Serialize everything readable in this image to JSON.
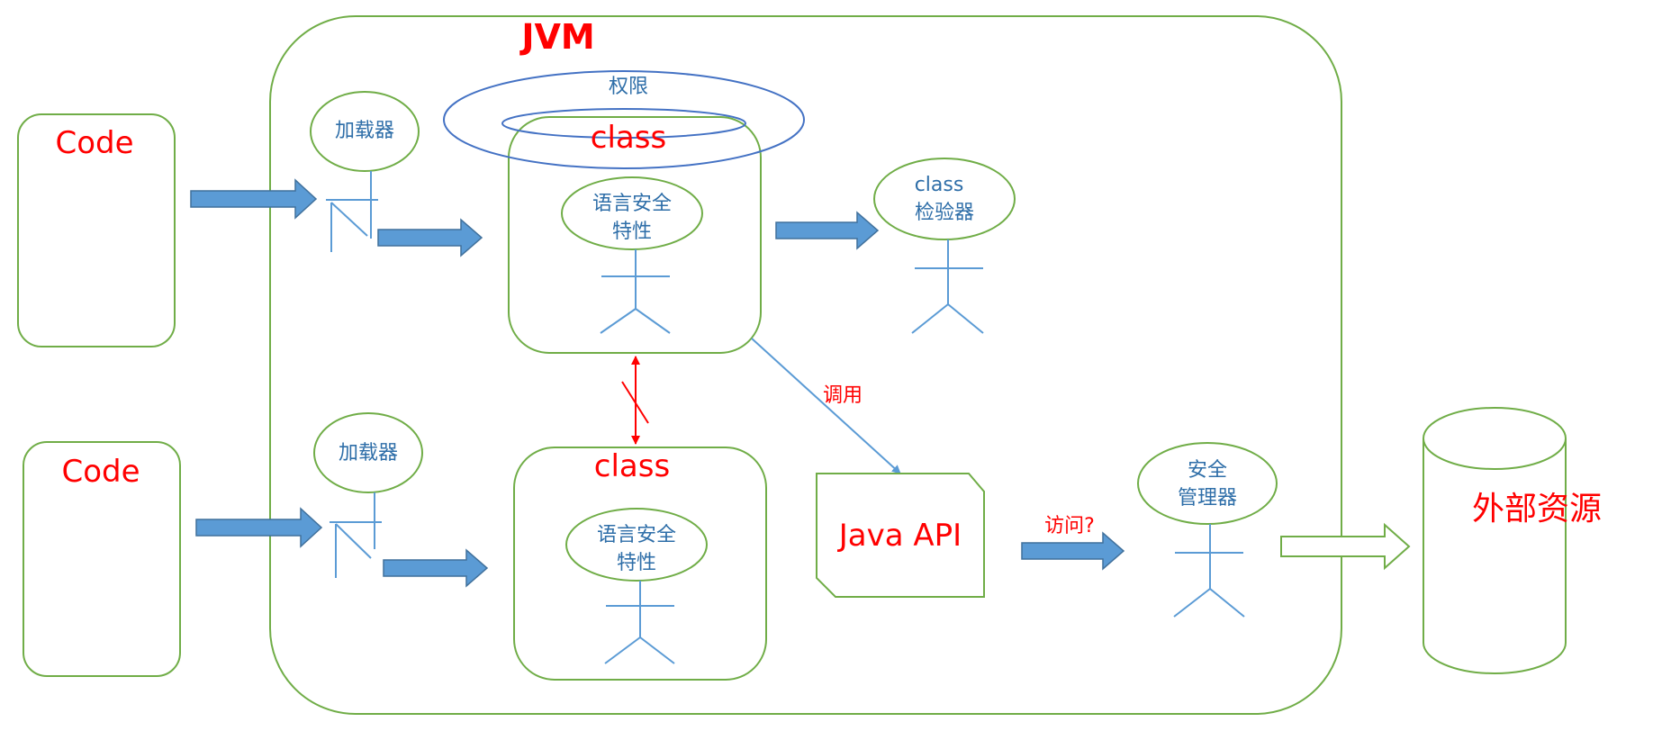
{
  "diagram": {
    "jvm_label": "JVM",
    "code_top": "Code",
    "code_bottom": "Code",
    "loader_top": "加载器",
    "loader_bottom": "加载器",
    "permission": "权限",
    "class_top": "class",
    "class_bottom": "class",
    "lang_safety_top": [
      "语言安全",
      "特性"
    ],
    "lang_safety_bottom": [
      "语言安全",
      "特性"
    ],
    "class_verifier": [
      "class",
      "检验器"
    ],
    "call_label": "调用",
    "java_api": "Java API",
    "access_label": "访问?",
    "security_manager": [
      "安全",
      "管理器"
    ],
    "external_resource": "外部资源"
  },
  "colors": {
    "box_stroke": "#70ad47",
    "arrow_fill": "#5b9bd5",
    "text_red": "#ff0000",
    "text_blue": "#2e6ea8",
    "permission_ring": "#4472c4"
  }
}
